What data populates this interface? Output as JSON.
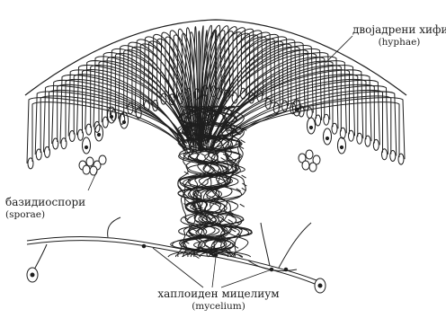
{
  "labels": {
    "hyphae": {
      "main": "двојадрени хифи",
      "latin": "(hyphae)"
    },
    "spores": {
      "main": "базидиоспори",
      "latin": "(sporae)"
    },
    "mycelium": {
      "main": "хаплоиден мицелиум",
      "latin": "(mycelium)"
    }
  },
  "colors": {
    "ink": "#1e1e1e",
    "background": "#ffffff"
  }
}
